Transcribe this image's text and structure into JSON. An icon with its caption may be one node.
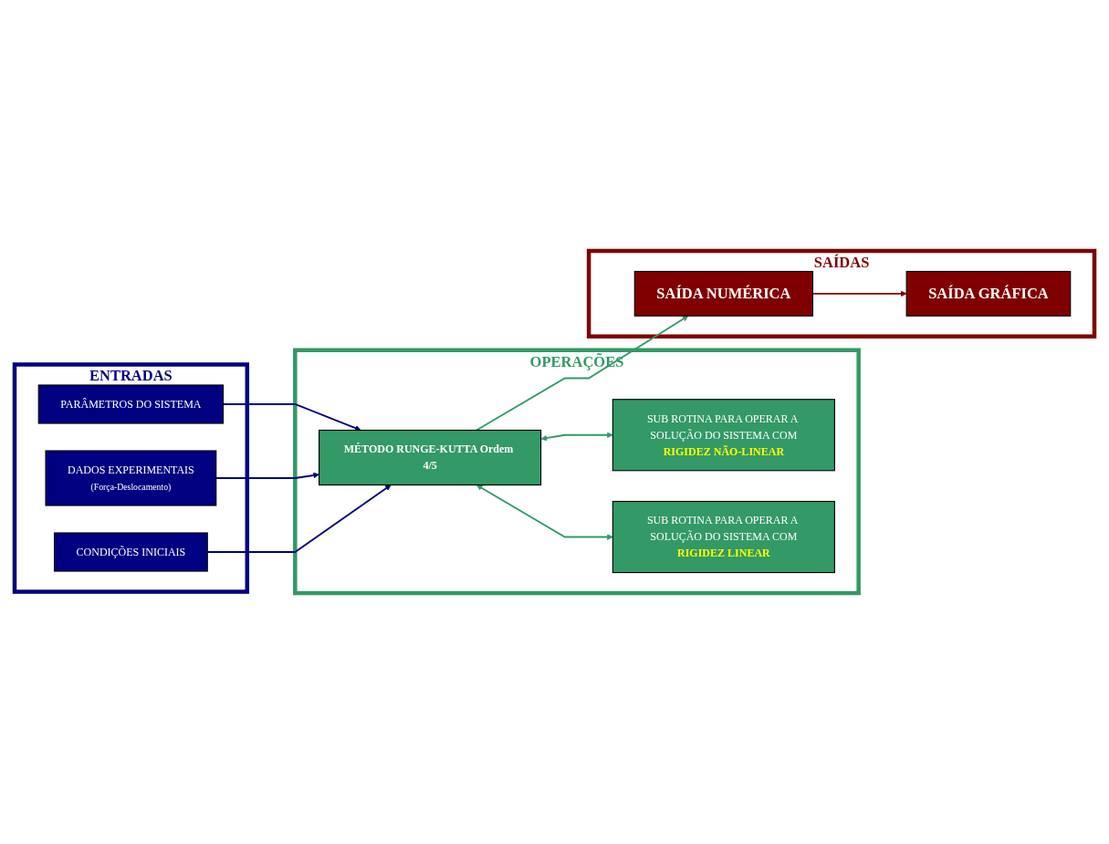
{
  "diagram": {
    "nodes": [
      {
        "text": [
          "ENTRADAS"
        ]
      },
      {
        "text": [
          "PARÂMETROS DO SISTEMA"
        ],
        "in": 0
      },
      {
        "text": [
          "DADOS EXPERIMENTAIS",
          "(Força-Deslocamento)"
        ],
        "in": 0
      },
      {
        "text": [
          "CONDIÇÕES INICIAIS"
        ],
        "in": 0
      },
      {
        "text": [
          "OPERAÇÕES"
        ]
      },
      {
        "text": [
          "MÉTODO RUNGE-KUTTA Ordem 4/5"
        ],
        "in": 4
      },
      {
        "text": [
          "SAÍDAS"
        ]
      },
      {
        "text": [
          "SAÍDA NUMÉRICA"
        ],
        "in": 6
      },
      {
        "text": [
          "SAÍDA GRÁFICA"
        ],
        "in": 6
      },
      {
        "text": [
          "SUB ROTINA PARA OPERAR A SOLUÇÃO DO SISTEMA COM",
          "RIGIDEZ NÃO-LINEAR"
        ],
        "in": 4
      },
      {
        "text": [
          "SUB ROTINA PARA OPERAR A SOLUÇÃO DO SISTEMA COM",
          "RIGIDEZ LINEAR"
        ],
        "in": 4
      }
    ],
    "edges": [
      {
        "from": 1,
        "to": 5,
        "arrow": "to",
        "color": "#000080"
      },
      {
        "from": 2,
        "to": 5,
        "arrow": "to",
        "color": "#000080"
      },
      {
        "from": 3,
        "to": 5,
        "arrow": "to",
        "color": "#000080"
      },
      {
        "from": 5,
        "to": 7,
        "arrow": "to",
        "color": "#339966"
      },
      {
        "from": 7,
        "to": 8,
        "arrow": "to",
        "color": "#800000"
      },
      {
        "from": 5,
        "to": 9,
        "arrow": "both",
        "color": "#339966"
      },
      {
        "from": 5,
        "to": 10,
        "arrow": "both",
        "color": "#339966"
      }
    ]
  }
}
